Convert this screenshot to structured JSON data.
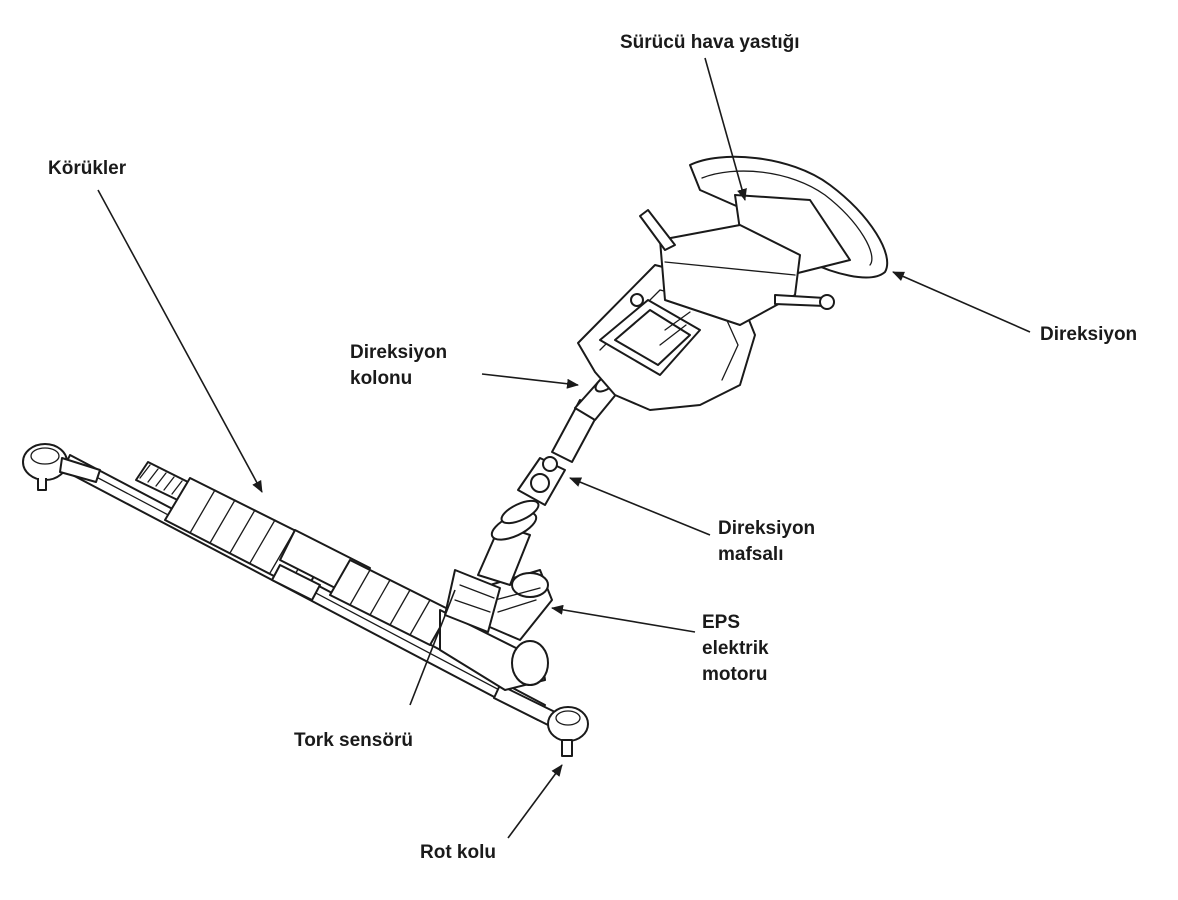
{
  "labels": {
    "airbag": "Sürücü hava yastığı",
    "bellows": "Körükler",
    "steering_wheel": "Direksiyon",
    "column_line1": "Direksiyon",
    "column_line2": "kolonu",
    "joint_line1": "Direksiyon",
    "joint_line2": "mafsalı",
    "motor_line1": "EPS",
    "motor_line2": "elektrik",
    "motor_line3": "motoru",
    "torque_sensor": "Tork sensörü",
    "tie_rod": "Rot kolu"
  }
}
